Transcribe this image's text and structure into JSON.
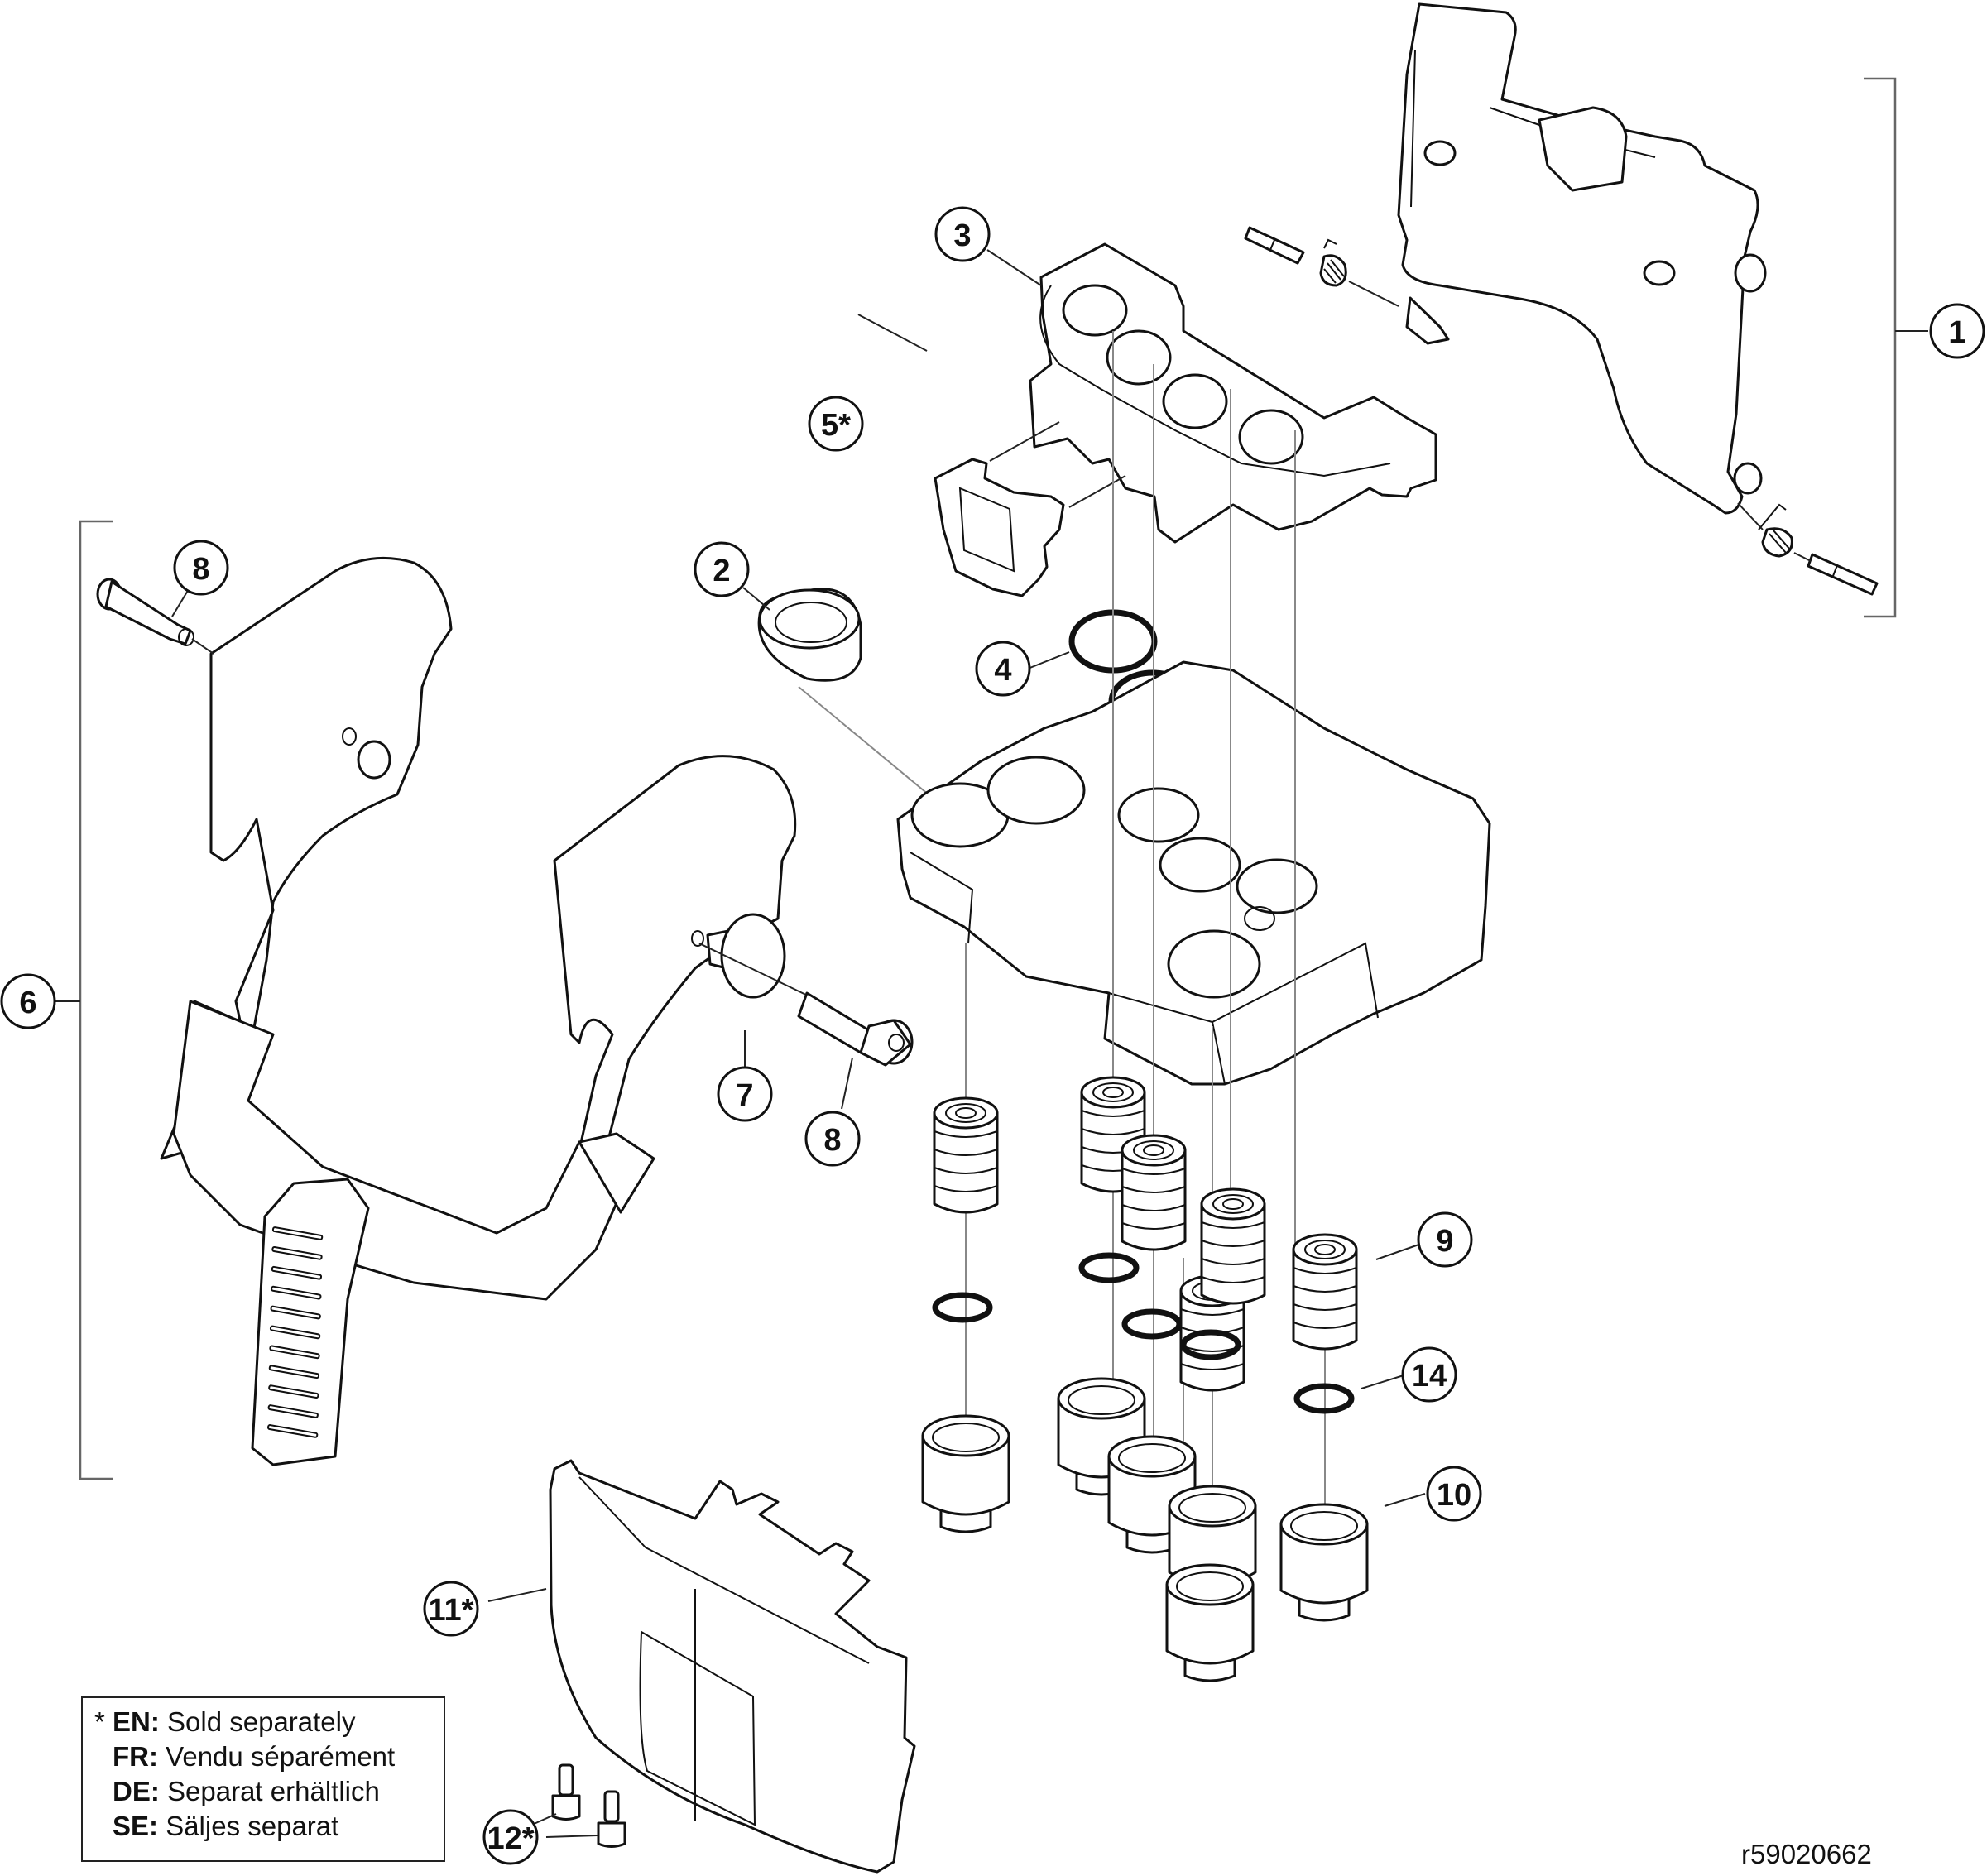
{
  "diagram": {
    "type": "exploded-parts-view",
    "callouts": [
      {
        "id": "1",
        "label": "1"
      },
      {
        "id": "2",
        "label": "2"
      },
      {
        "id": "3",
        "label": "3"
      },
      {
        "id": "4",
        "label": "4"
      },
      {
        "id": "5",
        "label": "5*"
      },
      {
        "id": "6",
        "label": "6"
      },
      {
        "id": "7",
        "label": "7"
      },
      {
        "id": "8a",
        "label": "8"
      },
      {
        "id": "8b",
        "label": "8"
      },
      {
        "id": "9",
        "label": "9"
      },
      {
        "id": "10",
        "label": "10"
      },
      {
        "id": "11",
        "label": "11*"
      },
      {
        "id": "12",
        "label": "12*"
      },
      {
        "id": "14",
        "label": "14"
      }
    ]
  },
  "legend": {
    "marker": "*",
    "rows": [
      {
        "code": "EN:",
        "text": "Sold separately"
      },
      {
        "code": "FR:",
        "text": "Vendu séparément"
      },
      {
        "code": "DE:",
        "text": "Separat erhältlich"
      },
      {
        "code": "SE:",
        "text": "Säljes separat"
      }
    ]
  },
  "reference_number": "r59020662"
}
